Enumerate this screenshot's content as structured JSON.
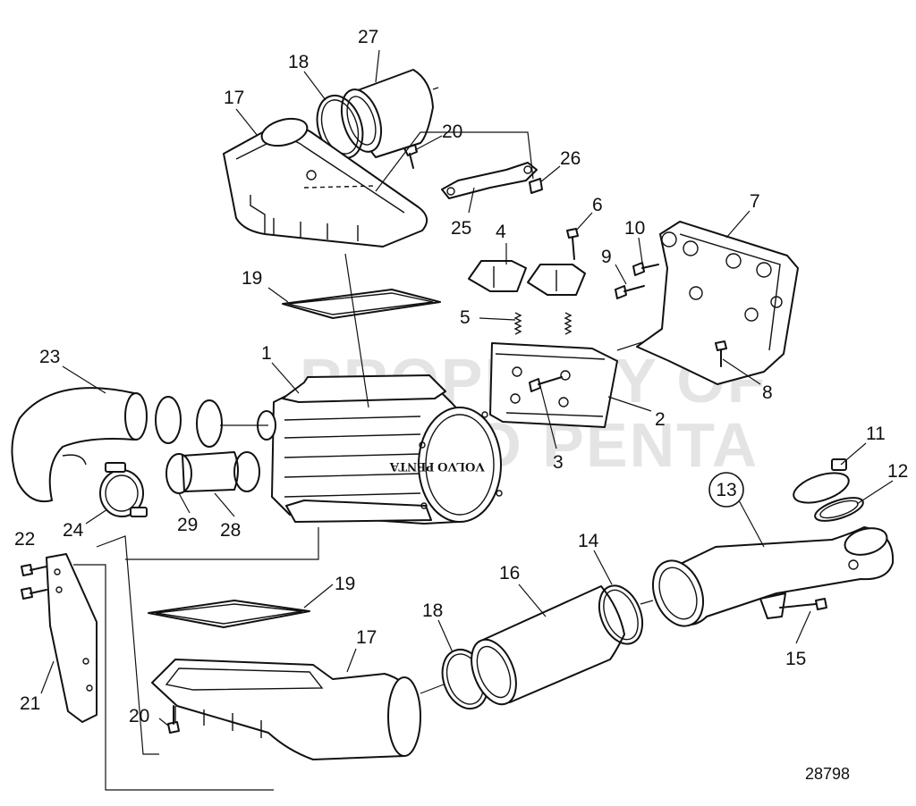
{
  "callouts": [
    "1",
    "2",
    "3",
    "4",
    "5",
    "6",
    "7",
    "8",
    "9",
    "10",
    "11",
    "12",
    "13",
    "14",
    "15",
    "16",
    "17",
    "17",
    "18",
    "18",
    "19",
    "19",
    "20",
    "20",
    "21",
    "22",
    "23",
    "24",
    "25",
    "26",
    "27",
    "28",
    "29"
  ],
  "figure_number": "28798",
  "watermark": {
    "line1": "PROPERTY OF",
    "line2": "VOLVO PENTA"
  },
  "logo_text": "VOLVO PENTA"
}
